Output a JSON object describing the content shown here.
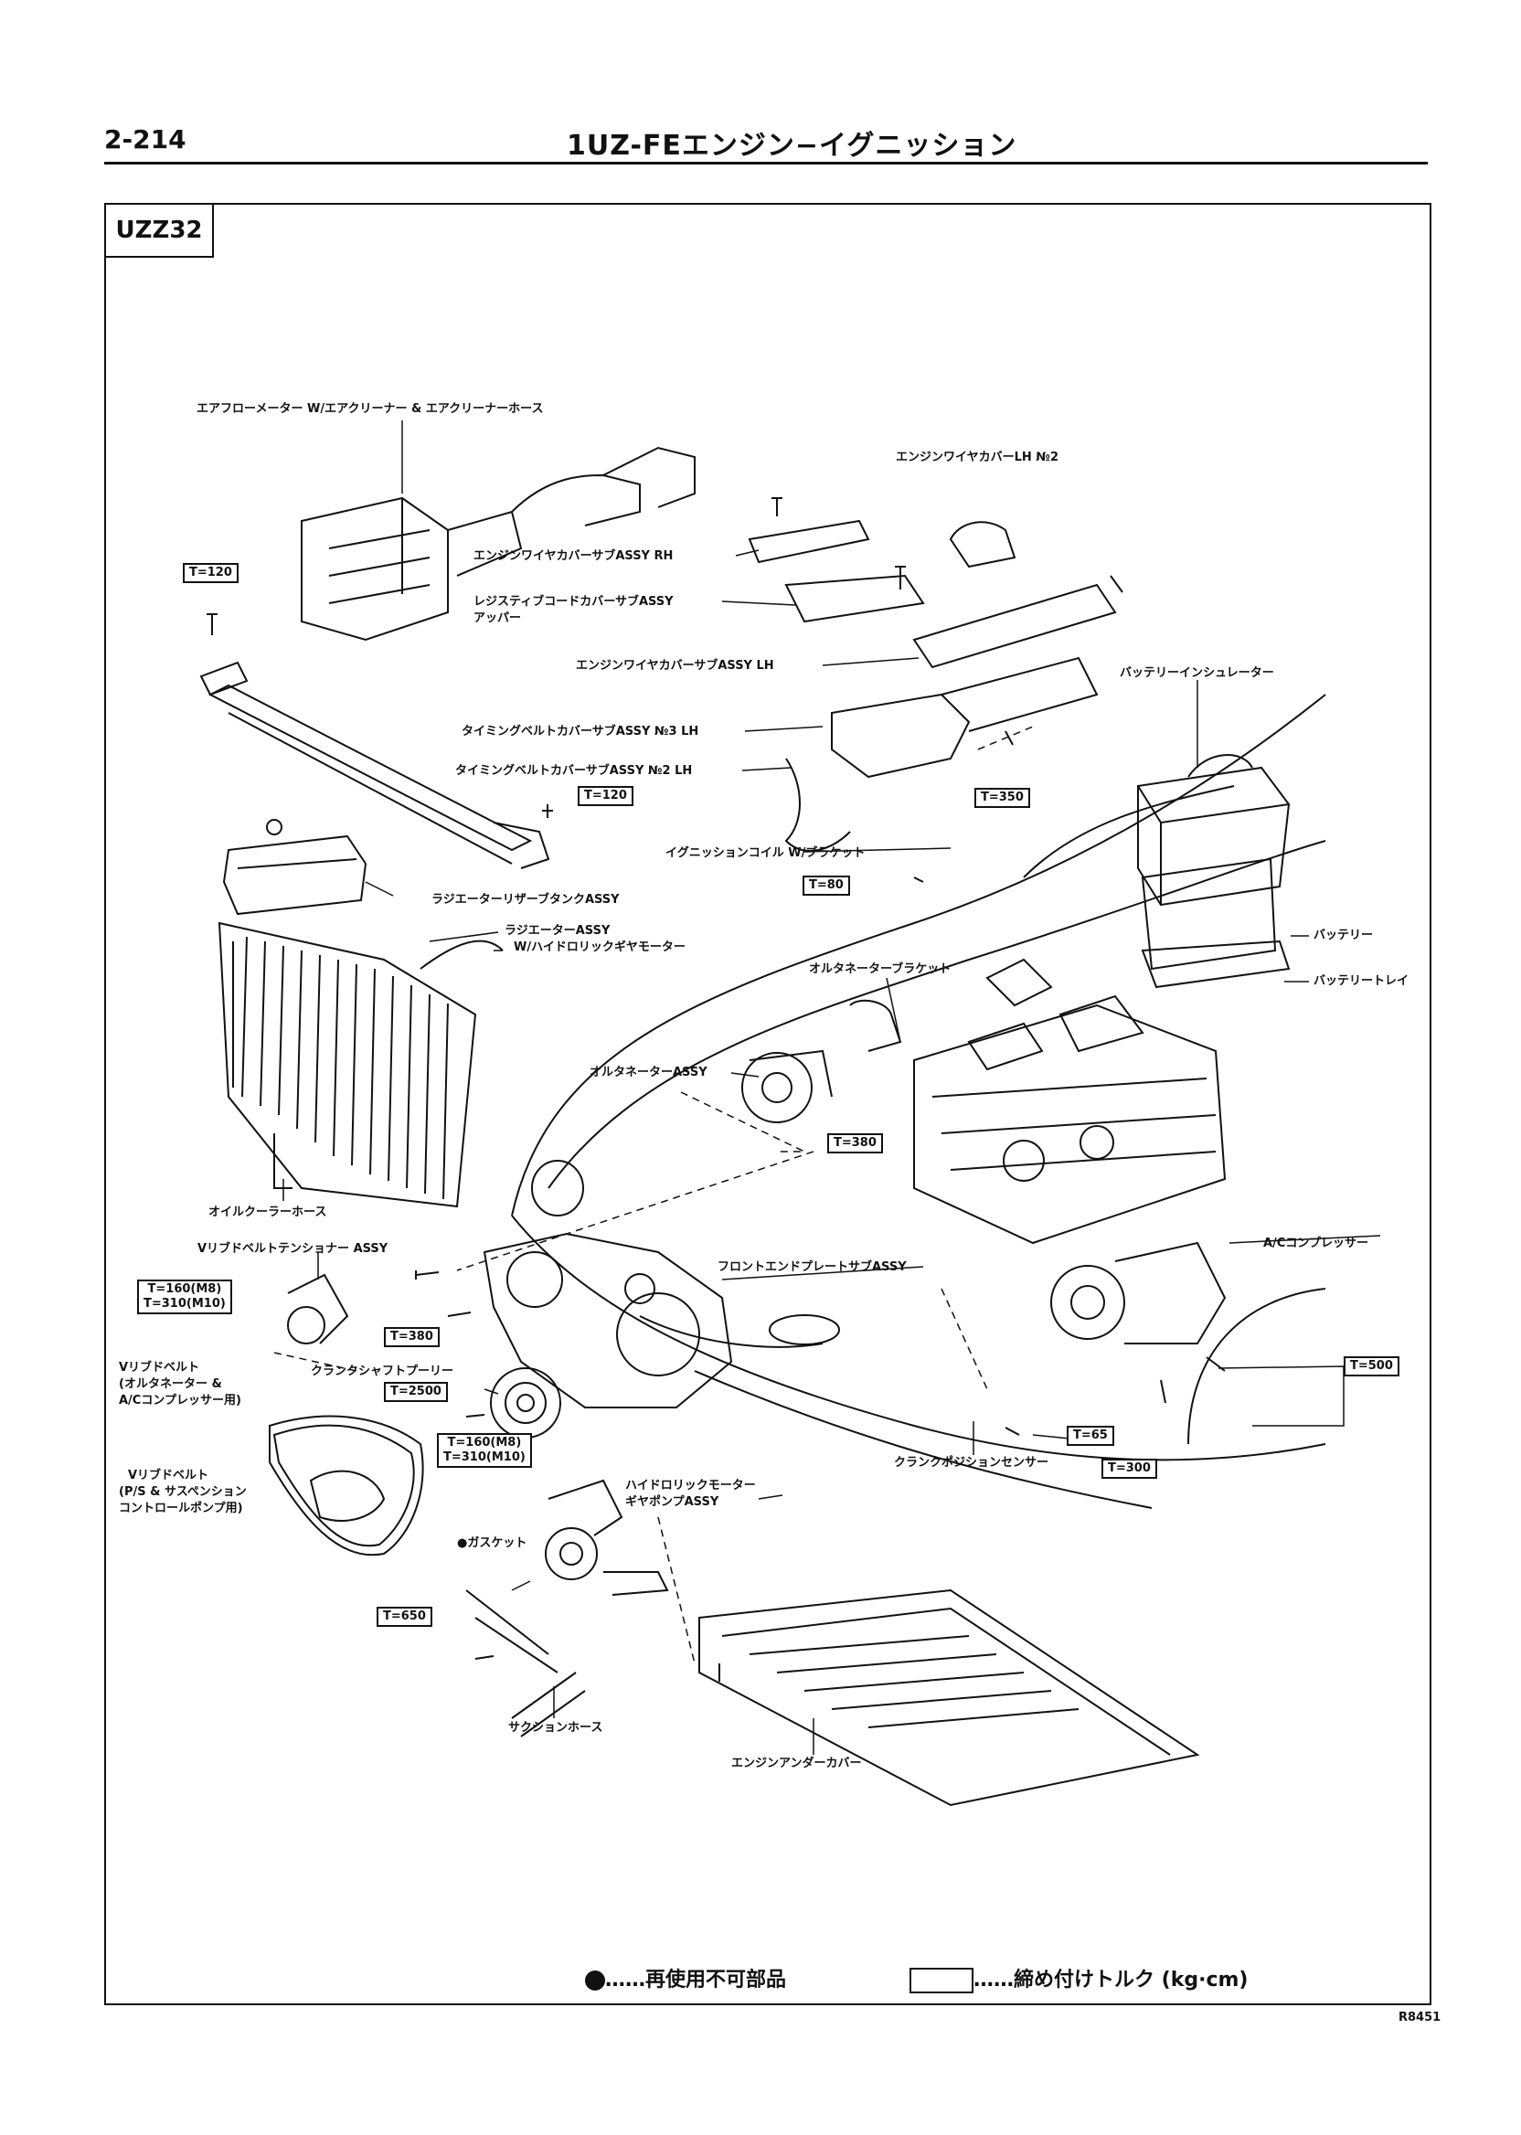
{
  "header": {
    "page_number": "2-214",
    "title": "1UZ-FEエンジン−イグニッション"
  },
  "model_code": "UZZ32",
  "labels": {
    "airflow_meter": "エアフローメーター W/エアクリーナー & エアクリーナーホース",
    "wire_cover_lh_no2": "エンジンワイヤカバーLH №2",
    "wire_cover_sub_rh": "エンジンワイヤカバーサブASSY RH",
    "resistive_cord_cover_1": "レジスティブコードカバーサブASSY",
    "resistive_cord_cover_2": "アッパー",
    "wire_cover_sub_lh": "エンジンワイヤカバーサブASSY LH",
    "battery_insulator": "バッテリーインシュレーター",
    "timing_belt_no3": "タイミングベルトカバーサブASSY №3 LH",
    "timing_belt_no2": "タイミングベルトカバーサブASSY №2 LH",
    "ignition_coil": "イグニッションコイル W/ブラケット",
    "radiator_reservoir": "ラジエーターリザーブタンクASSY",
    "radiator_1": "ラジエーターASSY",
    "radiator_2": "W/ハイドロリックギヤモーター",
    "battery": "バッテリー",
    "battery_tray": "バッテリートレイ",
    "alternator_bracket": "オルタネーターブラケット",
    "alternator": "オルタネーターASSY",
    "oil_cooler_hose": "オイルクーラーホース",
    "ac_compressor": "A/Cコンプレッサー",
    "v_ribbed_tensioner": "Vリブドベルトテンショナー ASSY",
    "front_end_plate": "フロントエンドプレートサブASSY",
    "v_belt_1_l1": "Vリブドベルト",
    "v_belt_1_l2": "(オルタネーター &",
    "v_belt_1_l3": "A/Cコンプレッサー用)",
    "crank_pulley": "クランクシャフトプーリー",
    "v_belt_2_l1": "Vリブドベルト",
    "v_belt_2_l2": "(P/S & サスペンション",
    "v_belt_2_l3": "コントロールポンプ用)",
    "crank_position_sensor": "クランクポジションセンサー",
    "hydraulic_motor_1": "ハイドロリックモーター",
    "hydraulic_motor_2": "ギヤポンプASSY",
    "gasket": "●ガスケット",
    "suction_hose": "サクションホース",
    "engine_under_cover": "エンジンアンダーカバー"
  },
  "torques": {
    "t120_a": "T=120",
    "t120_b": "T=120",
    "t350": "T=350",
    "t80": "T=80",
    "t380_a": "T=380",
    "t160_310_a_1": "T=160(M8)",
    "t160_310_a_2": "T=310(M10)",
    "t380_b": "T=380",
    "t2500": "T=2500",
    "t160_310_b_1": "T=160(M8)",
    "t160_310_b_2": "T=310(M10)",
    "t500": "T=500",
    "t65": "T=65",
    "t300": "T=300",
    "t650": "T=650"
  },
  "legend": {
    "non_reusable": "……再使用不可部品",
    "torque": "……締め付けトルク (kg·cm)"
  },
  "ref_code": "R8451"
}
